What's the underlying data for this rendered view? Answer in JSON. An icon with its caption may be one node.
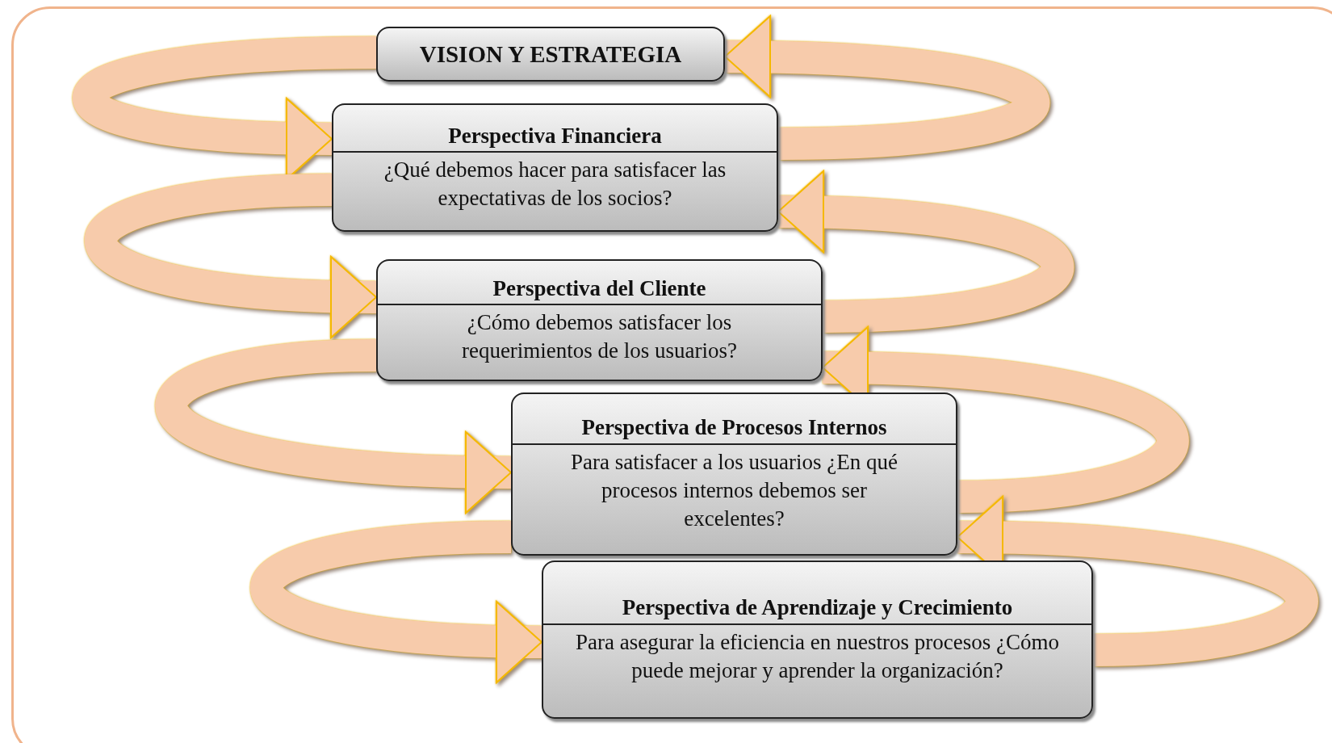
{
  "diagram": {
    "nodes": [
      {
        "text": [
          "VISION Y ESTRATEGIA"
        ]
      },
      {
        "text": [
          "Perspectiva Financiera",
          "¿Qué debemos hacer para satisfacer las expectativas de los socios?"
        ]
      },
      {
        "text": [
          "Perspectiva del Cliente",
          "¿Cómo debemos satisfacer los requerimientos de los usuarios?"
        ]
      },
      {
        "text": [
          "Perspectiva de Procesos Internos",
          "Para satisfacer a los usuarios ¿En qué procesos internos debemos ser excelentes?"
        ]
      },
      {
        "text": [
          "Perspectiva de Aprendizaje y Crecimiento",
          "Para asegurar la eficiencia en nuestros procesos ¿Cómo puede mejorar y aprender la organización?"
        ]
      }
    ],
    "edges": [
      {
        "from": 0,
        "to": 1,
        "arrow": "to"
      },
      {
        "from": 1,
        "to": 2,
        "arrow": "to"
      },
      {
        "from": 2,
        "to": 3,
        "arrow": "to"
      },
      {
        "from": 3,
        "to": 4,
        "arrow": "to"
      },
      {
        "from": 1,
        "to": 0,
        "arrow": "to"
      },
      {
        "from": 2,
        "to": 1,
        "arrow": "to"
      },
      {
        "from": 3,
        "to": 2,
        "arrow": "to"
      },
      {
        "from": 4,
        "to": 3,
        "arrow": "to"
      }
    ]
  }
}
